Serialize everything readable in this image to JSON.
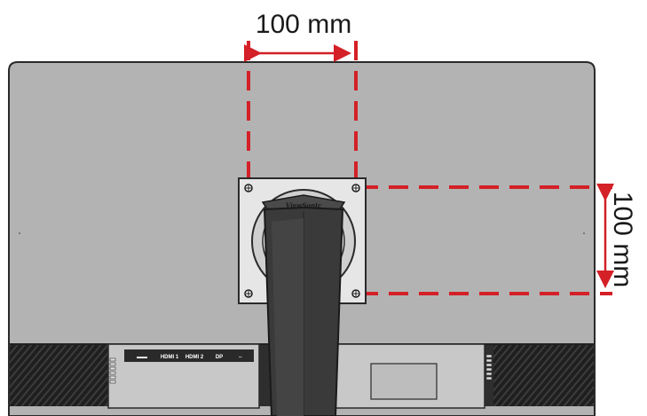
{
  "dimensions": {
    "horizontal_label": "100 mm",
    "vertical_label": "100 mm"
  },
  "monitor": {
    "brand": "ViewSonic",
    "ports": [
      "▬▬",
      "HDMI 1",
      "HDMI 2",
      "DP",
      "⇔"
    ]
  },
  "colors": {
    "dash": "#d42027",
    "arrow": "#d42027",
    "panel": "#b3b3b3",
    "outline": "#2a2a2a",
    "stand": "#3a3a3a",
    "vesa_plate": "#e6e6e6"
  }
}
